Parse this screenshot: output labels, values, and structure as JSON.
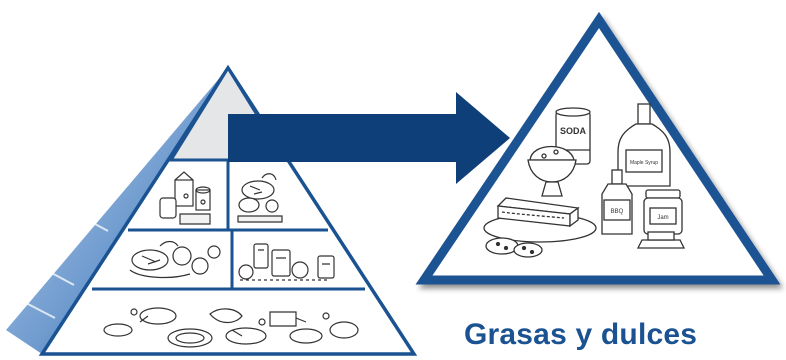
{
  "caption": "Grasas y dulces",
  "food_labels": {
    "soda_can": "SODA",
    "syrup_bottle": "Maple Syrup",
    "sauce_bottle": "BBQ",
    "jar": "Jam"
  },
  "colors": {
    "pyramid_outline": "#1a5292",
    "arrow": "#0f3f78",
    "pyramid_side_light": "#c4d8ee",
    "pyramid_side_dark": "#23579a",
    "tip_fill": "#e4e6e8",
    "caption": "#1a5292",
    "sketch": "#333333"
  },
  "icons": [
    "food-pyramid-icon",
    "arrow-right-icon",
    "fats-sweets-triangle-icon"
  ]
}
